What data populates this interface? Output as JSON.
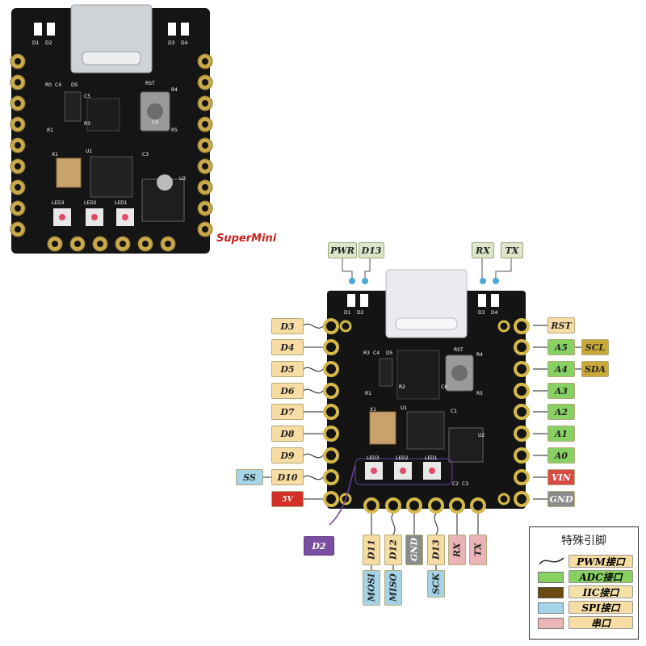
{
  "photo": {
    "brand": "SuperMini",
    "silk": {
      "d1": "D1",
      "d2": "D2",
      "d3": "D3",
      "d4": "D4",
      "r0": "R0",
      "c4": "C4",
      "d5": "D5",
      "rst": "RST",
      "r4": "R4",
      "c5": "C5",
      "r3": "R3",
      "r1": "R1",
      "c6": "C6",
      "r5": "R5",
      "x1": "X1",
      "u1": "U1",
      "c3": "C3",
      "u2": "U2",
      "led3": "LED3",
      "led2": "LED2",
      "led1": "LED1"
    }
  },
  "top_labels": {
    "pwr": "PWR",
    "d13": "D13",
    "rx": "RX",
    "tx": "TX"
  },
  "left_pins": [
    "D3",
    "D4",
    "D5",
    "D6",
    "D7",
    "D8",
    "D9",
    "D10",
    "5V"
  ],
  "ss_label": "SS",
  "d2_label": "D2",
  "right_pins": [
    "RST",
    "A5",
    "A4",
    "A3",
    "A2",
    "A1",
    "A0",
    "VIN",
    "GND"
  ],
  "iic_labels": {
    "scl": "SCL",
    "sda": "SDA"
  },
  "bottom_pins": [
    "D11",
    "D12",
    "GND",
    "D13",
    "RX",
    "TX"
  ],
  "spi_labels": {
    "mosi": "MOSI",
    "miso": "MISO",
    "sck": "SCK"
  },
  "board_silk": {
    "d1": "D1",
    "d2": "D2",
    "d3": "D3",
    "d4": "D4",
    "r3": "R3",
    "c4": "C4",
    "d5": "D5",
    "rst": "RST",
    "r4": "R4",
    "r1": "R1",
    "r2": "R2",
    "c6": "C6",
    "r5": "R5",
    "x1": "X1",
    "u1": "U1",
    "c1": "C1",
    "led3": "LED3",
    "led2": "LED2",
    "led1": "LED1",
    "c2": "C2",
    "c3": "C3",
    "u2": "U2"
  },
  "legend": {
    "title": "特殊引脚",
    "items": [
      {
        "label": "PWM接口",
        "color": "#f7dda3"
      },
      {
        "label": "ADC接口",
        "color": "#86d162"
      },
      {
        "label": "IIC接口",
        "color": "#6b4a12"
      },
      {
        "label": "SPI接口",
        "color": "#a5d4e6"
      },
      {
        "label": "串口",
        "color": "#eab4b6"
      }
    ]
  },
  "colors": {
    "board": "#141414",
    "pad": "#d4b84a",
    "marker": "#49a9d8",
    "trace": "#6b3fa0"
  }
}
